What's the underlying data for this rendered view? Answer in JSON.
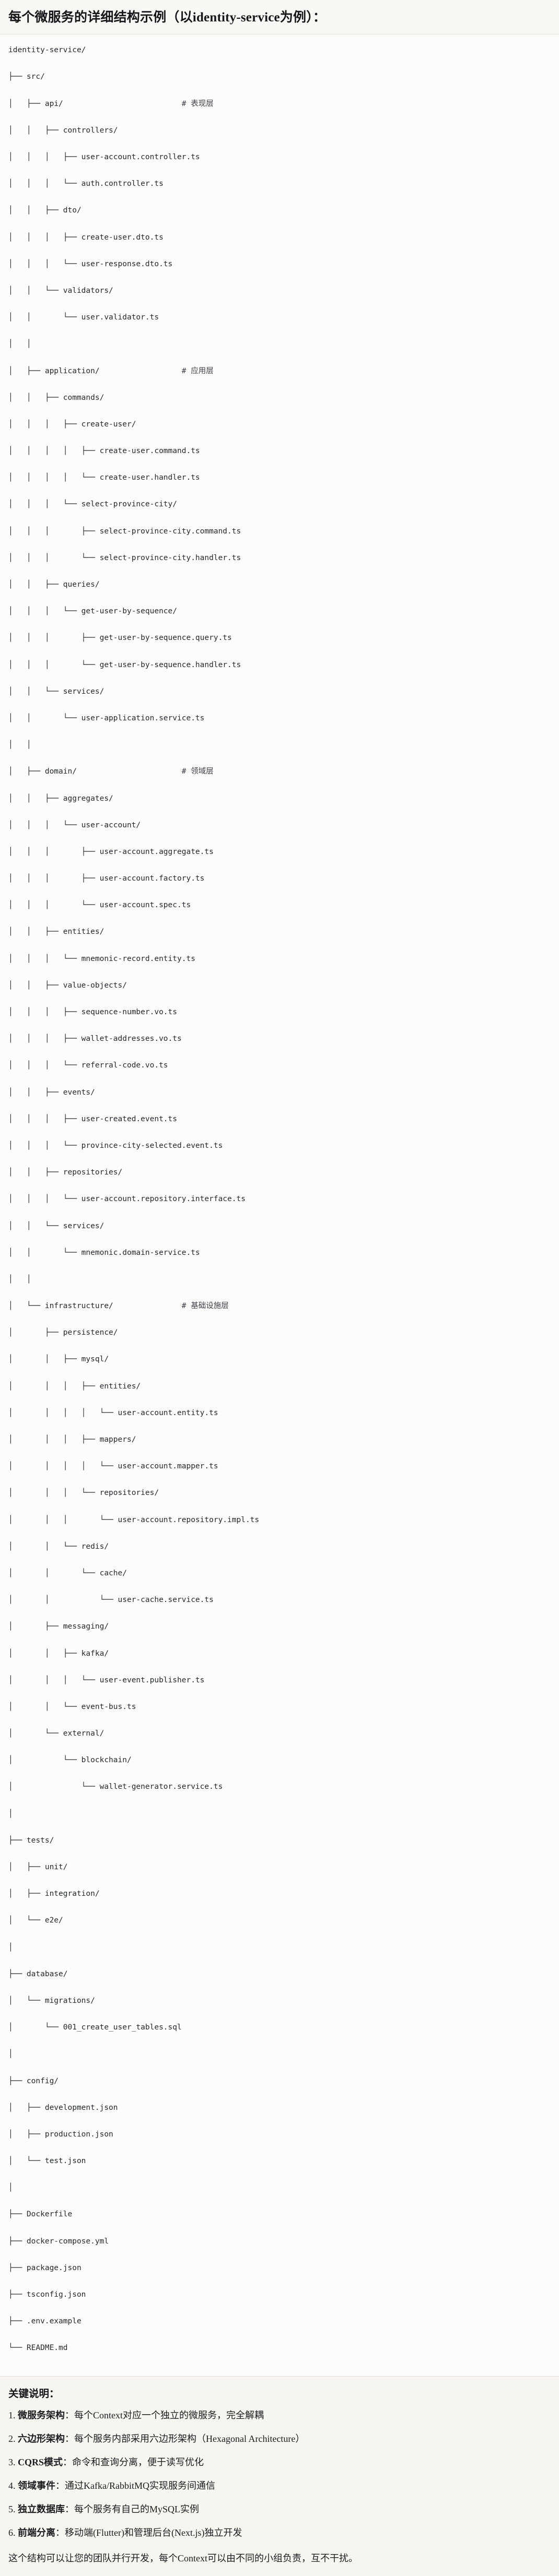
{
  "header": {
    "title": "每个微服务的详细结构示例（以identity-service为例）："
  },
  "tree": {
    "lines": [
      "identity-service/",
      "├── src/",
      "│   ├── api/                          # 表现层",
      "│   │   ├── controllers/",
      "│   │   │   ├── user-account.controller.ts",
      "│   │   │   └── auth.controller.ts",
      "│   │   ├── dto/",
      "│   │   │   ├── create-user.dto.ts",
      "│   │   │   └── user-response.dto.ts",
      "│   │   └── validators/",
      "│   │       └── user.validator.ts",
      "│   │",
      "│   ├── application/                  # 应用层",
      "│   │   ├── commands/",
      "│   │   │   ├── create-user/",
      "│   │   │   │   ├── create-user.command.ts",
      "│   │   │   │   └── create-user.handler.ts",
      "│   │   │   └── select-province-city/",
      "│   │   │       ├── select-province-city.command.ts",
      "│   │   │       └── select-province-city.handler.ts",
      "│   │   ├── queries/",
      "│   │   │   └── get-user-by-sequence/",
      "│   │   │       ├── get-user-by-sequence.query.ts",
      "│   │   │       └── get-user-by-sequence.handler.ts",
      "│   │   └── services/",
      "│   │       └── user-application.service.ts",
      "│   │",
      "│   ├── domain/                       # 领域层",
      "│   │   ├── aggregates/",
      "│   │   │   └── user-account/",
      "│   │   │       ├── user-account.aggregate.ts",
      "│   │   │       ├── user-account.factory.ts",
      "│   │   │       └── user-account.spec.ts",
      "│   │   ├── entities/",
      "│   │   │   └── mnemonic-record.entity.ts",
      "│   │   ├── value-objects/",
      "│   │   │   ├── sequence-number.vo.ts",
      "│   │   │   ├── wallet-addresses.vo.ts",
      "│   │   │   └── referral-code.vo.ts",
      "│   │   ├── events/",
      "│   │   │   ├── user-created.event.ts",
      "│   │   │   └── province-city-selected.event.ts",
      "│   │   ├── repositories/",
      "│   │   │   └── user-account.repository.interface.ts",
      "│   │   └── services/",
      "│   │       └── mnemonic.domain-service.ts",
      "│   │",
      "│   └── infrastructure/               # 基础设施层",
      "│       ├── persistence/",
      "│       │   ├── mysql/",
      "│       │   │   ├── entities/",
      "│       │   │   │   └── user-account.entity.ts",
      "│       │   │   ├── mappers/",
      "│       │   │   │   └── user-account.mapper.ts",
      "│       │   │   └── repositories/",
      "│       │   │       └── user-account.repository.impl.ts",
      "│       │   └── redis/",
      "│       │       └── cache/",
      "│       │           └── user-cache.service.ts",
      "│       ├── messaging/",
      "│       │   ├── kafka/",
      "│       │   │   └── user-event.publisher.ts",
      "│       │   └── event-bus.ts",
      "│       └── external/",
      "│           └── blockchain/",
      "│               └── wallet-generator.service.ts",
      "│",
      "├── tests/",
      "│   ├── unit/",
      "│   ├── integration/",
      "│   └── e2e/",
      "│",
      "├── database/",
      "│   └── migrations/",
      "│       └── 001_create_user_tables.sql",
      "│",
      "├── config/",
      "│   ├── development.json",
      "│   ├── production.json",
      "│   └── test.json",
      "│",
      "├── Dockerfile",
      "├── docker-compose.yml",
      "├── package.json",
      "├── tsconfig.json",
      "├── .env.example",
      "└── README.md"
    ]
  },
  "notes": {
    "heading": "关键说明：",
    "items": [
      {
        "num": "1.",
        "term": "微服务架构",
        "sep": "：",
        "desc": "每个Context对应一个独立的微服务，完全解耦"
      },
      {
        "num": "2.",
        "term": "六边形架构",
        "sep": "：",
        "desc": "每个服务内部采用六边形架构（Hexagonal Architecture）"
      },
      {
        "num": "3.",
        "term": "CQRS模式",
        "sep": "：",
        "desc": "命令和查询分离，便于读写优化"
      },
      {
        "num": "4.",
        "term": "领域事件",
        "sep": "：",
        "desc": "通过Kafka/RabbitMQ实现服务间通信"
      },
      {
        "num": "5.",
        "term": "独立数据库",
        "sep": "：",
        "desc": "每个服务有自己的MySQL实例"
      },
      {
        "num": "6.",
        "term": "前端分离",
        "sep": "：",
        "desc": "移动端(Flutter)和管理后台(Next.js)独立开发"
      }
    ],
    "footer": "这个结构可以让您的团队并行开发，每个Context可以由不同的小组负责，互不干扰。"
  },
  "colors": {
    "page_bg": "#fbfbf9",
    "header_bg": "#f8f7f3",
    "code_bg": "#fcfcfa",
    "notes_bg": "#f6f5f0",
    "text": "#1a1a1a",
    "code_text": "#24292f",
    "divider": "#e3e1da"
  }
}
